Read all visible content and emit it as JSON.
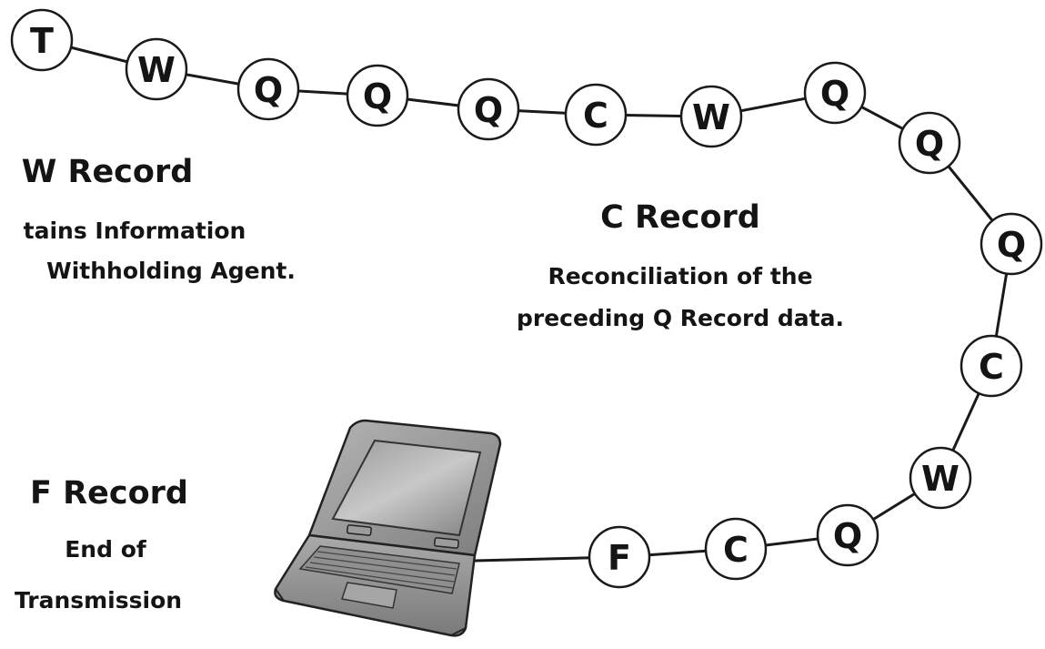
{
  "chain": {
    "nodes": [
      "T",
      "W",
      "Q",
      "Q",
      "Q",
      "C",
      "W",
      "Q",
      "Q",
      "Q",
      "C",
      "W",
      "Q",
      "C",
      "F"
    ]
  },
  "labels": {
    "w_record": {
      "title": "W Record",
      "line1": "tains Information",
      "line2": "Withholding Agent."
    },
    "c_record": {
      "title": "C Record",
      "line1": "Reconciliation of the",
      "line2": "preceding Q Record data."
    },
    "f_record": {
      "title": "F Record",
      "line1": "End of",
      "line2": "Transmission"
    }
  },
  "illustration": {
    "icon": "laptop-icon"
  }
}
